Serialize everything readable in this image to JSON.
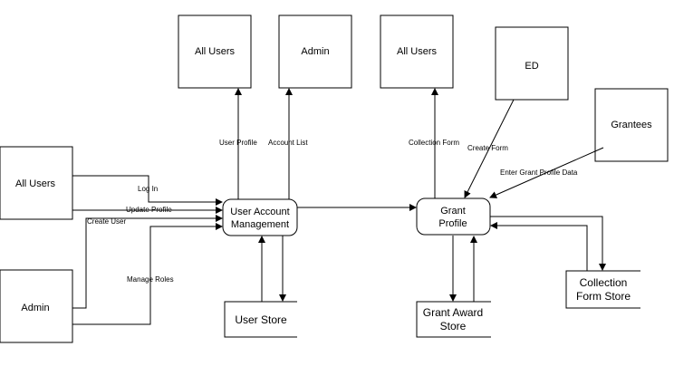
{
  "entities": {
    "all_users_left": "All Users",
    "admin_left": "Admin",
    "all_users_top1": "All Users",
    "admin_top": "Admin",
    "all_users_top2": "All Users",
    "ed": "ED",
    "grantees": "Grantees"
  },
  "processes": {
    "user_account_mgmt": [
      "User Account",
      "Management"
    ],
    "grant_profile": [
      "Grant",
      "Profile"
    ]
  },
  "stores": {
    "user_store": [
      "User Store"
    ],
    "grant_award_store": [
      "Grant Award",
      "Store"
    ],
    "collection_form_store": [
      "Collection",
      "Form Store"
    ]
  },
  "flows": {
    "log_in": "Log In",
    "update_profile": "Update Profile",
    "create_user": "Create User",
    "manage_roles": "Manage Roles",
    "user_profile": "User Profile",
    "account_list": "Account List",
    "collection_form": "Collection Form",
    "create_form": "Create Form",
    "enter_grant_profile_data": "Enter Grant Profile Data"
  }
}
